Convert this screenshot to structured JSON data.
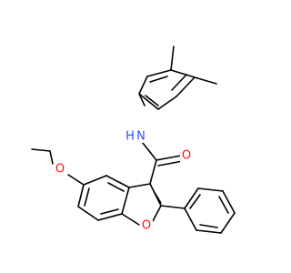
{
  "molecule": {
    "atom_labels": {
      "nh_h": "H",
      "nh_n": "N",
      "carbonyl_o": "O",
      "ether_o": "O",
      "furan_o": "O"
    },
    "colors": {
      "bond": "#000000",
      "nitrogen": "#3050F8",
      "oxygen": "#FF0D0D",
      "background": "#ffffff"
    }
  }
}
